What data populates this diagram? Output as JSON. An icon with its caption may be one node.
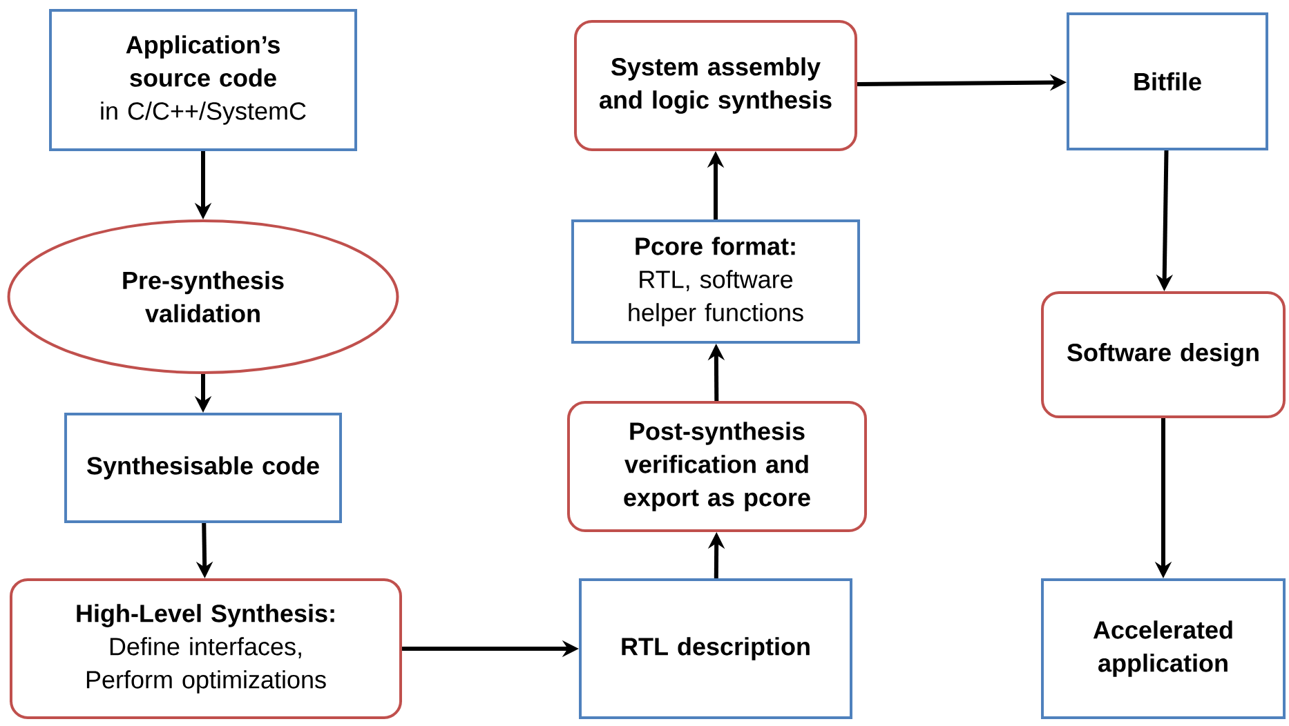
{
  "diagram": {
    "nodes": [
      {
        "text": [
          "Application’s source code",
          "in C/C++/SystemC"
        ]
      },
      {
        "text": [
          "Pre-synthesis validation"
        ]
      },
      {
        "text": [
          "Synthesisable code"
        ]
      },
      {
        "text": [
          "High-Level Synthesis:",
          "Define interfaces, Perform optimizations"
        ]
      },
      {
        "text": [
          "RTL description"
        ]
      },
      {
        "text": [
          "Post-synthesis verification and export as pcore"
        ]
      },
      {
        "text": [
          "Pcore format:",
          "RTL, software helper functions"
        ]
      },
      {
        "text": [
          "System assembly and logic synthesis"
        ]
      },
      {
        "text": [
          "Bitfile"
        ]
      },
      {
        "text": [
          "Software design"
        ]
      },
      {
        "text": [
          "Accelerated application"
        ]
      }
    ],
    "edges": [
      {
        "from": 0,
        "to": 1,
        "arrow": "to"
      },
      {
        "from": 1,
        "to": 2,
        "arrow": "to"
      },
      {
        "from": 2,
        "to": 3,
        "arrow": "to"
      },
      {
        "from": 3,
        "to": 4,
        "arrow": "to"
      },
      {
        "from": 4,
        "to": 5,
        "arrow": "to"
      },
      {
        "from": 5,
        "to": 6,
        "arrow": "to"
      },
      {
        "from": 6,
        "to": 7,
        "arrow": "to"
      },
      {
        "from": 7,
        "to": 8,
        "arrow": "to"
      },
      {
        "from": 8,
        "to": 9,
        "arrow": "to"
      },
      {
        "from": 9,
        "to": 10,
        "arrow": "to"
      }
    ]
  }
}
